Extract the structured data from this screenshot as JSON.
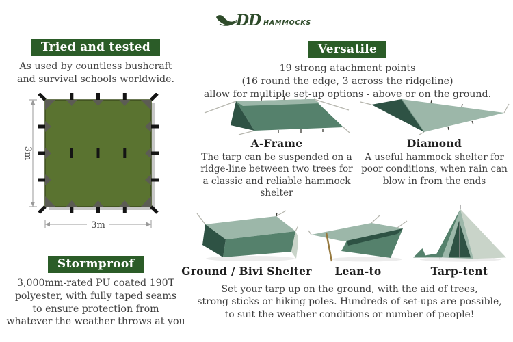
{
  "logo": {
    "dd": "DD",
    "wordmark": "HAMMOCKS"
  },
  "tried": {
    "title": "Tried and tested",
    "lines": [
      "As used by countless bushcraft",
      "and survival schools worldwide."
    ]
  },
  "versatile": {
    "title": "Versatile",
    "lines": [
      "19 strong atachment points",
      "(16 round the edge, 3 across the ridgeline)",
      "allow for multiple set-up options - above or on the ground."
    ]
  },
  "stormproof": {
    "title": "Stormproof",
    "lines": [
      "3,000mm-rated PU coated 190T",
      "polyester, with fully taped seams",
      "to ensure protection from",
      "whatever the weather throws at you"
    ]
  },
  "diagram": {
    "height_label": "3m",
    "width_label": "3m"
  },
  "setups": {
    "a_frame": {
      "name": "A-Frame",
      "desc_lines": [
        "The tarp can be suspended on a",
        "ridge-line between two trees for",
        "a classic and reliable hammock",
        "shelter"
      ]
    },
    "diamond": {
      "name": "Diamond",
      "desc_lines": [
        "A useful hammock shelter for",
        "poor conditions, when rain can",
        "blow in from the ends"
      ]
    },
    "ground": {
      "name": "Ground / Bivi Shelter"
    },
    "lean_to": {
      "name": "Lean-to"
    },
    "tarp_tent": {
      "name": "Tarp-tent"
    }
  },
  "footer": {
    "lines": [
      "Set your tarp up on the ground, with the aid of trees,",
      "strong sticks or hiking poles. Hundreds of set-ups are possible,",
      "to suit the weather conditions or number of people!"
    ]
  },
  "colors": {
    "header_bg": "#2b5c28",
    "header_text": "#ffffff",
    "body_text": "#3f3f3f",
    "label_text": "#1f1f1f",
    "logo_green": "#2e4b2a",
    "tarp_olive": "#5a7330",
    "tarp_outline": "#3c4d1d",
    "tarp_tab": "#141414",
    "illus_light": "#9cb7a9",
    "illus_mid": "#55816c",
    "illus_dark": "#2e5244",
    "illus_pale": "#c9d4c9",
    "rope": "#b5b5ad",
    "stick": "#96793f"
  }
}
